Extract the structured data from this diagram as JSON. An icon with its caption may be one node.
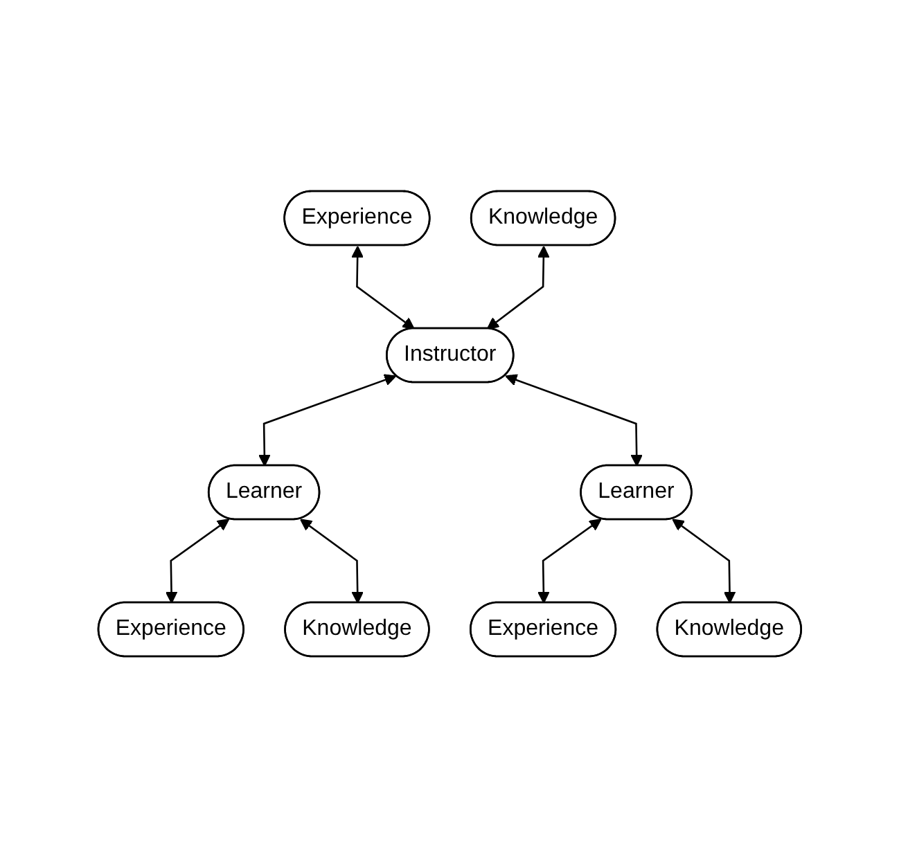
{
  "diagram": {
    "nodes": [
      {
        "text": [
          "Experience"
        ]
      },
      {
        "text": [
          "Knowledge"
        ]
      },
      {
        "text": [
          "Instructor"
        ]
      },
      {
        "text": [
          "Learner"
        ]
      },
      {
        "text": [
          "Learner"
        ]
      },
      {
        "text": [
          "Experience"
        ]
      },
      {
        "text": [
          "Knowledge"
        ]
      },
      {
        "text": [
          "Experience"
        ]
      },
      {
        "text": [
          "Knowledge"
        ]
      }
    ],
    "edges": [
      {
        "from": 0,
        "to": 2,
        "arrow": "both"
      },
      {
        "from": 1,
        "to": 2,
        "arrow": "both"
      },
      {
        "from": 2,
        "to": 3,
        "arrow": "both"
      },
      {
        "from": 2,
        "to": 4,
        "arrow": "both"
      },
      {
        "from": 3,
        "to": 5,
        "arrow": "both"
      },
      {
        "from": 3,
        "to": 6,
        "arrow": "both"
      },
      {
        "from": 4,
        "to": 7,
        "arrow": "both"
      },
      {
        "from": 4,
        "to": 8,
        "arrow": "both"
      }
    ]
  }
}
